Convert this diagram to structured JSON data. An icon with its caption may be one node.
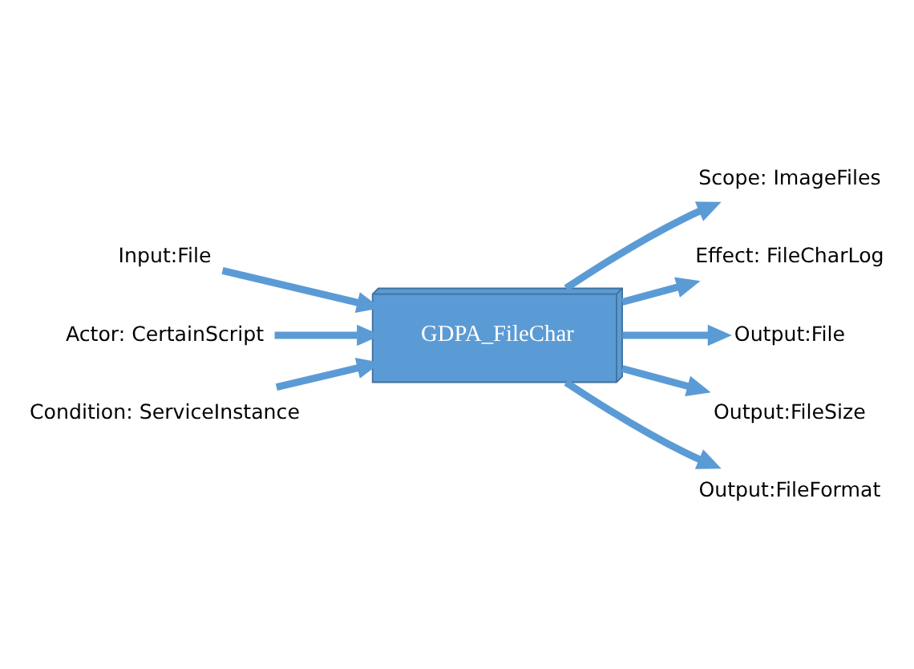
{
  "diagram": {
    "nodes": [
      {
        "text": [
          "Scope: ImageFiles"
        ]
      },
      {
        "text": [
          "Effect: FileCharLog"
        ]
      },
      {
        "text": [
          "Output:File"
        ]
      },
      {
        "text": [
          "Input:File"
        ]
      },
      {
        "text": [
          "GDPA_FileChar"
        ]
      },
      {
        "text": [
          "Output:FileSize"
        ]
      },
      {
        "text": [
          "Output:FileFormat"
        ]
      },
      {
        "text": [
          "Actor: CertainScript"
        ]
      },
      {
        "text": [
          "Condition: ServiceInstance"
        ]
      }
    ],
    "edges": [
      {
        "from": 4,
        "to": 0,
        "arrow": "to"
      },
      {
        "from": 4,
        "to": 1,
        "arrow": "to"
      },
      {
        "from": 4,
        "to": 2,
        "arrow": "to"
      },
      {
        "from": 3,
        "to": 4,
        "arrow": "to"
      },
      {
        "from": 4,
        "to": 5,
        "arrow": "to"
      },
      {
        "from": 4,
        "to": 6,
        "arrow": "to"
      },
      {
        "from": 7,
        "to": 4,
        "arrow": "to"
      },
      {
        "from": 8,
        "to": 4,
        "arrow": "to"
      }
    ]
  }
}
